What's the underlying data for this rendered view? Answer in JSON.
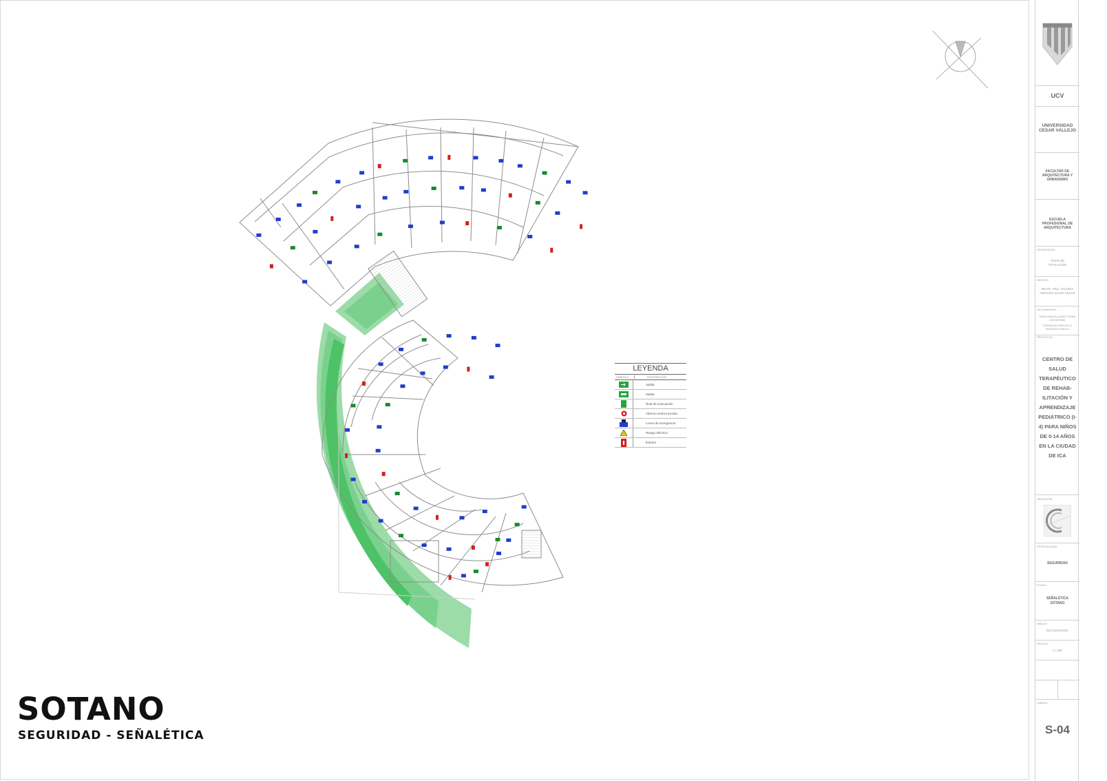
{
  "sheet": {
    "title": "SOTANO",
    "subtitle": "SEGURIDAD - SEÑALÉTICA"
  },
  "legend": {
    "title": "LEYENDA",
    "col_symbol": "SIMBOLO",
    "col_description": "DESCRIPCION",
    "items": [
      {
        "icon": "exit-arrow-sign-icon",
        "color": "#22a63a",
        "label": "Salida"
      },
      {
        "icon": "exit-sign-icon",
        "color": "#22a63a",
        "label": "Salida"
      },
      {
        "icon": "evacuation-route-icon",
        "color": "#22a63a",
        "label": "Ruta de evacuación"
      },
      {
        "icon": "fire-alarm-icon",
        "color": "#d42020",
        "label": "Alarma contra incendio"
      },
      {
        "icon": "emergency-light-icon",
        "color": "#1f3ec9",
        "label": "Luces de emergencia"
      },
      {
        "icon": "electrical-hazard-icon",
        "color": "#f0c400",
        "label": "Riesgo eléctrico"
      },
      {
        "icon": "fire-extinguisher-icon",
        "color": "#d42020",
        "label": "Extintor"
      }
    ]
  },
  "title_block": {
    "university_short": "UCV",
    "university_name": "UNIVERSIDAD CESAR VALLEJO",
    "faculty": "FACULTAD DE ARQUITECTURA Y URBANISMO",
    "school": "ESCUELA PROFESIONAL DE ARQUITECTURA",
    "course_caption": "ASIGNATURA:",
    "course_value": "TESIS DE TITULACIÓN",
    "advisor_caption": "ASESOR:",
    "advisor_value": "MGTR. ARQ. VALERIA ADRIANO DAVID CESAR",
    "students_caption": "ESTUDIANTES:",
    "student_1": "RIVAS MAGALLANES ROSA KATHERINE",
    "student_2": "ESPINOZA ORIHUELA VERONICA PAOLA",
    "project_caption": "PROYECTO:",
    "project": "CENTRO DE SALUD TERAPÉUTICO DE REHAB-ILITACIÓN Y APRENDIZAJE PEDIÁTRICO (I-4) PARA NIÑOS DE 0-14 AÑOS EN LA CIUDAD DE ICA",
    "location_caption": "UBICACIÓN:",
    "specialty_caption": "ESPECIALIDAD:",
    "specialty": "SEGURIDAD",
    "plan_caption": "PLANO:",
    "plan": "SEÑALÉTICA SÓTANO",
    "drawn_caption": "DIBUJO:",
    "drawn_value": "ESTUDIANTES",
    "scale_caption": "ESCALA:",
    "scale_value": "1 / 200",
    "lamina_caption": "LÁMINA:",
    "lamina_value": "S-04"
  },
  "colors": {
    "zone_light": "#9ddba9",
    "zone_mid": "#7ad18d",
    "zone_dark": "#4ec266",
    "sign_blue": "#1f3ec9",
    "sign_green": "#17892e",
    "sign_red": "#d42020",
    "wall": "#8c8c8c"
  }
}
